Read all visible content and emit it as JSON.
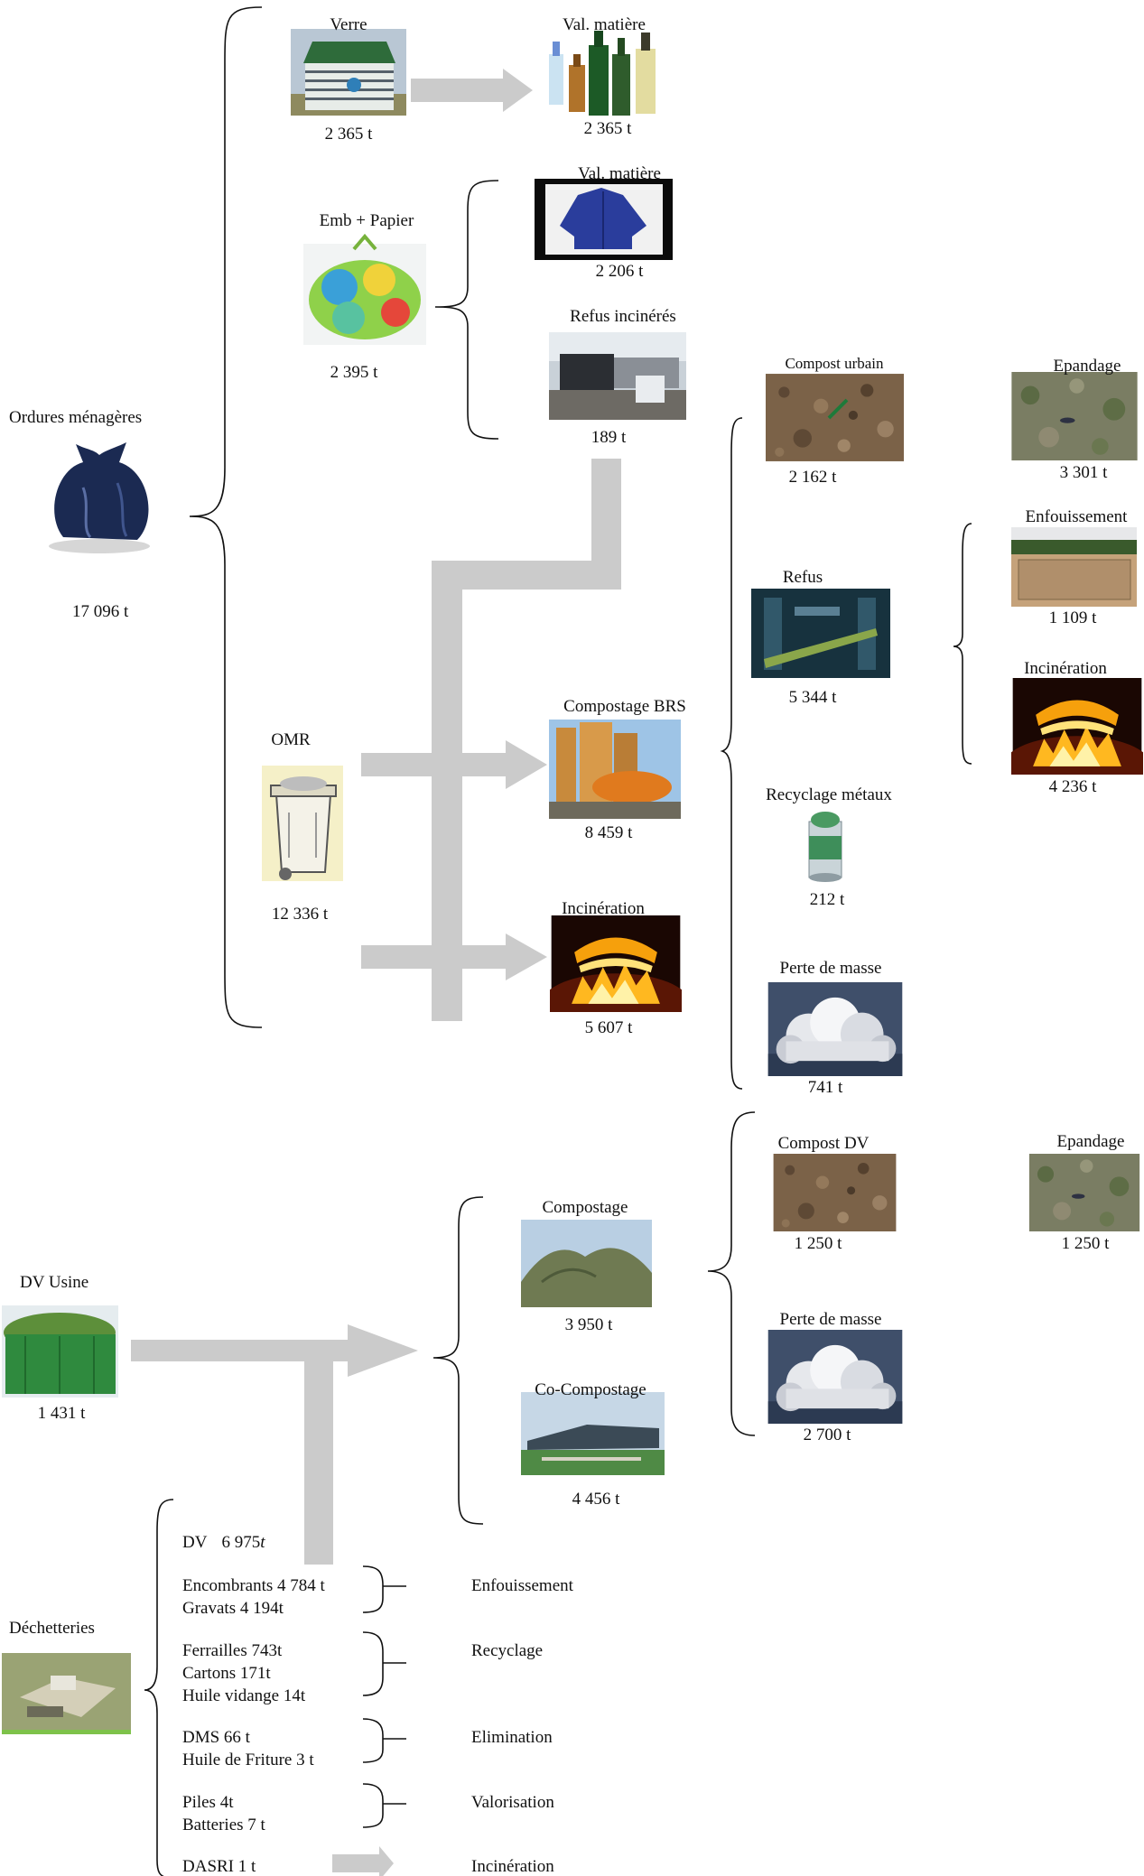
{
  "root": {
    "label": "Ordures ménagères",
    "total": "17 096 t"
  },
  "verre": {
    "label": "Verre",
    "amount": "2 365  t",
    "dest_label": "Val. matière",
    "dest_amount": "2 365  t"
  },
  "emb": {
    "label": "Emb + Papier",
    "amount": "2 395 t",
    "val": {
      "label": "Val. matière",
      "amount": "2 206 t"
    },
    "refus": {
      "label": "Refus incinérés",
      "amount": "189  t"
    }
  },
  "omr": {
    "label": "OMR",
    "amount": "12 336 t",
    "compostage": {
      "label": "Compostage BRS",
      "amount": "8 459 t"
    },
    "incineration": {
      "label": "Incinération",
      "amount": "5 607 t"
    }
  },
  "brs_outputs": {
    "compost_urbain": {
      "label": "Compost urbain",
      "amount": "2 162 t"
    },
    "epandage": {
      "label": "Epandage",
      "amount": "3 301  t"
    },
    "refus": {
      "label": "Refus",
      "amount": "5 344 t"
    },
    "enfouissement": {
      "label": "Enfouissement",
      "amount": "1 109 t"
    },
    "incineration": {
      "label": "Incinération",
      "amount": "4 236 t"
    },
    "recyclage_metaux": {
      "label": "Recyclage métaux",
      "amount": "212 t"
    },
    "perte_masse": {
      "label": "Perte de masse",
      "amount": "741 t"
    }
  },
  "dv_usine": {
    "label": "DV Usine",
    "amount": "1 431 t"
  },
  "dv_outputs": {
    "compostage": {
      "label": "Compostage",
      "amount": "3 950 t"
    },
    "co_compostage": {
      "label": "Co-Compostage",
      "amount": "4 456 t"
    },
    "compost_dv": {
      "label": "Compost DV",
      "amount": "1 250 t"
    },
    "epandage": {
      "label": "Epandage",
      "amount": "1 250 t"
    },
    "perte_masse": {
      "label": "Perte de masse",
      "amount": "2 700 t"
    }
  },
  "decheteries": {
    "label": "Déchetteries",
    "dv": {
      "name": "DV",
      "amount": "6 975",
      "unit": "t"
    },
    "groups": [
      {
        "lines": [
          "Encombrants 4 784 t",
          "Gravats  4 194t"
        ],
        "dest": "Enfouissement"
      },
      {
        "lines": [
          "Ferrailles   743t",
          "Cartons 171t",
          "Huile vidange  14t"
        ],
        "dest": "Recyclage"
      },
      {
        "lines": [
          "DMS 66 t",
          "Huile de Friture  3 t"
        ],
        "dest": "Elimination"
      },
      {
        "lines": [
          "Piles  4t",
          "Batteries   7 t"
        ],
        "dest": "Valorisation"
      }
    ],
    "dasri": {
      "line": "DASRI    1 t",
      "dest": "Incinération"
    }
  },
  "colors": {
    "arrow": "#cbcbcb",
    "stroke": "#111111"
  }
}
